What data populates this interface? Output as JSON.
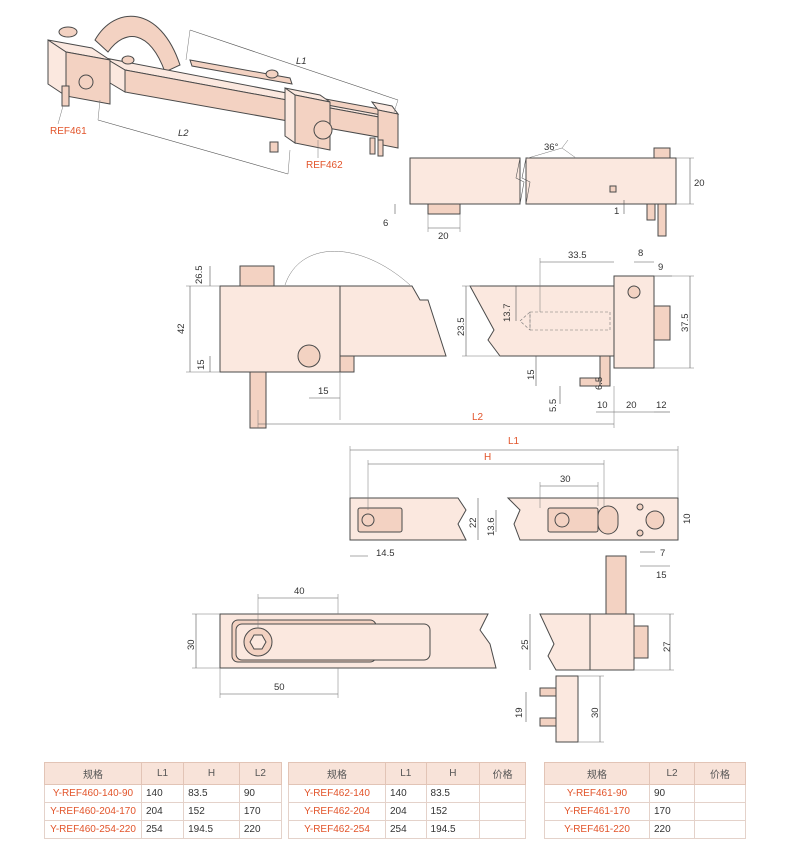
{
  "labels": {
    "ref461": "REF461",
    "ref462": "REF462",
    "L1": "L1",
    "L2": "L2",
    "H": "H"
  },
  "dims": {
    "d36": "36°",
    "d20a": "20",
    "d6": "6",
    "d20b": "20",
    "d1": "1",
    "d26_5": "26.5",
    "d42": "42",
    "d15a": "15",
    "d15b": "15",
    "d23_5": "23.5",
    "d33_5": "33.5",
    "d8": "8",
    "d9": "9",
    "d13_7": "13.7",
    "d37_5": "37.5",
    "d15c": "15",
    "d6_5": "6.5",
    "d5_5": "5.5",
    "d10a": "10",
    "d20c": "20",
    "d12": "12",
    "d30a": "30",
    "d22": "22",
    "d13_6": "13.6",
    "d10b": "10",
    "d14_5": "14.5",
    "d7": "7",
    "d15d": "15",
    "d40": "40",
    "d30b": "30",
    "d50": "50",
    "d25": "25",
    "d27": "27",
    "d19": "19",
    "d30c": "30"
  },
  "tables": [
    {
      "headers": [
        "规格",
        "L1",
        "H",
        "L2"
      ],
      "rows": [
        [
          "Y-REF460-140-90",
          "140",
          "83.5",
          "90"
        ],
        [
          "Y-REF460-204-170",
          "204",
          "152",
          "170"
        ],
        [
          "Y-REF460-254-220",
          "254",
          "194.5",
          "220"
        ]
      ]
    },
    {
      "headers": [
        "规格",
        "L1",
        "H",
        "价格"
      ],
      "rows": [
        [
          "Y-REF462-140",
          "140",
          "83.5",
          ""
        ],
        [
          "Y-REF462-204",
          "204",
          "152",
          ""
        ],
        [
          "Y-REF462-254",
          "254",
          "194.5",
          ""
        ]
      ]
    },
    {
      "headers": [
        "规格",
        "L2",
        "价格"
      ],
      "rows": [
        [
          "Y-REF461-90",
          "90",
          ""
        ],
        [
          "Y-REF461-170",
          "170",
          ""
        ],
        [
          "Y-REF461-220",
          "220",
          ""
        ]
      ]
    }
  ]
}
